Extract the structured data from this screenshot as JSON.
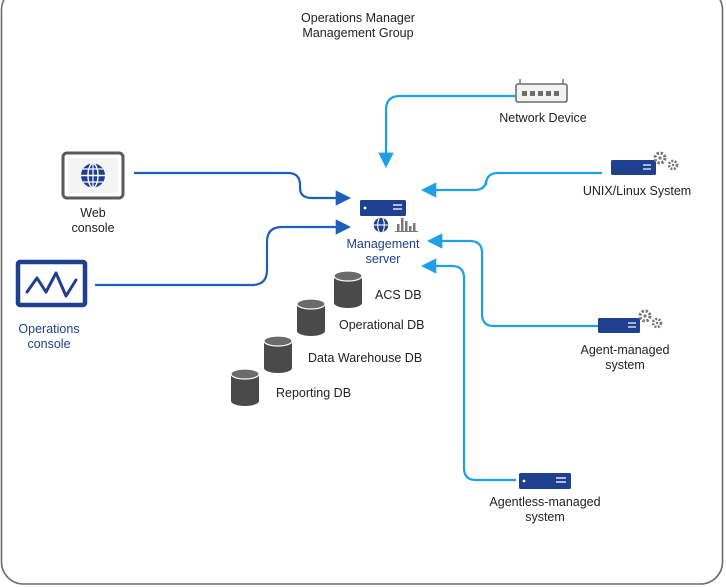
{
  "title": {
    "line1": "Operations Manager",
    "line2": "Management Group"
  },
  "nodes": {
    "web_console": {
      "line1": "Web",
      "line2": "console"
    },
    "operations_console": {
      "line1": "Operations",
      "line2": "console"
    },
    "management_server": {
      "line1": "Management",
      "line2": "server"
    },
    "network_device": {
      "label": "Network Device"
    },
    "unix_linux": {
      "label": "UNIX/Linux System"
    },
    "agent_managed": {
      "line1": "Agent-managed",
      "line2": "system"
    },
    "agentless_managed": {
      "line1": "Agentless-managed",
      "line2": "system"
    }
  },
  "databases": {
    "acs": "ACS DB",
    "operational": "Operational DB",
    "warehouse": "Data Warehouse DB",
    "reporting": "Reporting DB"
  },
  "colors": {
    "arrow_dark": "#1f5fb8",
    "arrow_light": "#1ea0e6",
    "server": "#1f3f8f",
    "database": "#4a4a4a",
    "text_blue": "#1f3f8f"
  },
  "icons": {
    "web_console": "globe-monitor-icon",
    "operations_console": "monitor-waveform-icon",
    "management_server": "server-globe-chart-icon",
    "network_device": "network-switch-icon",
    "unix_linux": "server-gears-icon",
    "agent_managed": "server-gears-icon",
    "agentless_managed": "server-icon",
    "database": "database-icon"
  }
}
